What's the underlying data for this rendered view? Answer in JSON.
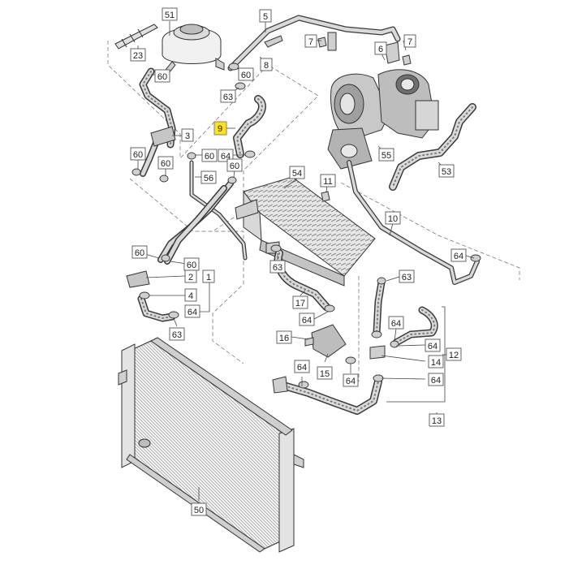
{
  "callouts": {
    "c51": "51",
    "c23": "23",
    "c60a": "60",
    "c60b": "60",
    "c5": "5",
    "c7a": "7",
    "c7b": "7",
    "c8": "8",
    "c6": "6",
    "c63a": "63",
    "c9": "9",
    "c3": "3",
    "c60c": "60",
    "c64a": "64",
    "c60d": "60",
    "c60e": "60",
    "c56": "56",
    "c55": "55",
    "c53": "53",
    "c54": "54",
    "c11": "11",
    "c10": "10",
    "c60f": "60",
    "c60g": "60",
    "c2": "2",
    "c1": "1",
    "c4": "4",
    "c64b": "64",
    "c63b": "63",
    "c64c": "64",
    "c63c": "63",
    "c63d": "63",
    "c17": "17",
    "c64d": "64",
    "c64e": "64",
    "c16": "16",
    "c64f": "64",
    "c14": "14",
    "c12": "12",
    "c64g": "64",
    "c64h": "64",
    "c15": "15",
    "c64i": "64",
    "c13": "13",
    "c50": "50"
  },
  "highlight_color": "#ffe11a",
  "highlighted_callout": "9"
}
